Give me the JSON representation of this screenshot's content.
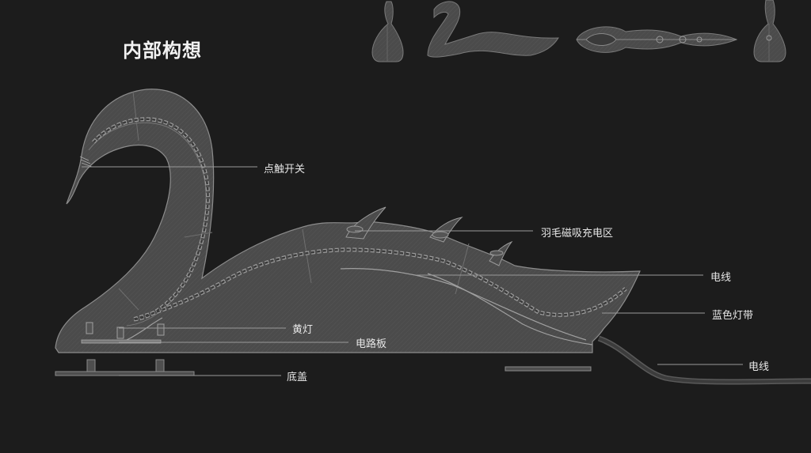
{
  "title": "内部构想",
  "labels": {
    "touch_switch": "点触开关",
    "feather_zone": "羽毛磁吸充电区",
    "wire_top": "电线",
    "blue_strip": "蓝色灯带",
    "yellow_light": "黄灯",
    "circuit_board": "电路板",
    "base_cover": "底盖",
    "wire_bottom": "电线"
  },
  "colors": {
    "background": "#1c1c1c",
    "body_fill": "#4a4a4a",
    "outline": "#8a8a8a",
    "leader_line": "#9a9a9a",
    "text": "#e6e6e6"
  }
}
